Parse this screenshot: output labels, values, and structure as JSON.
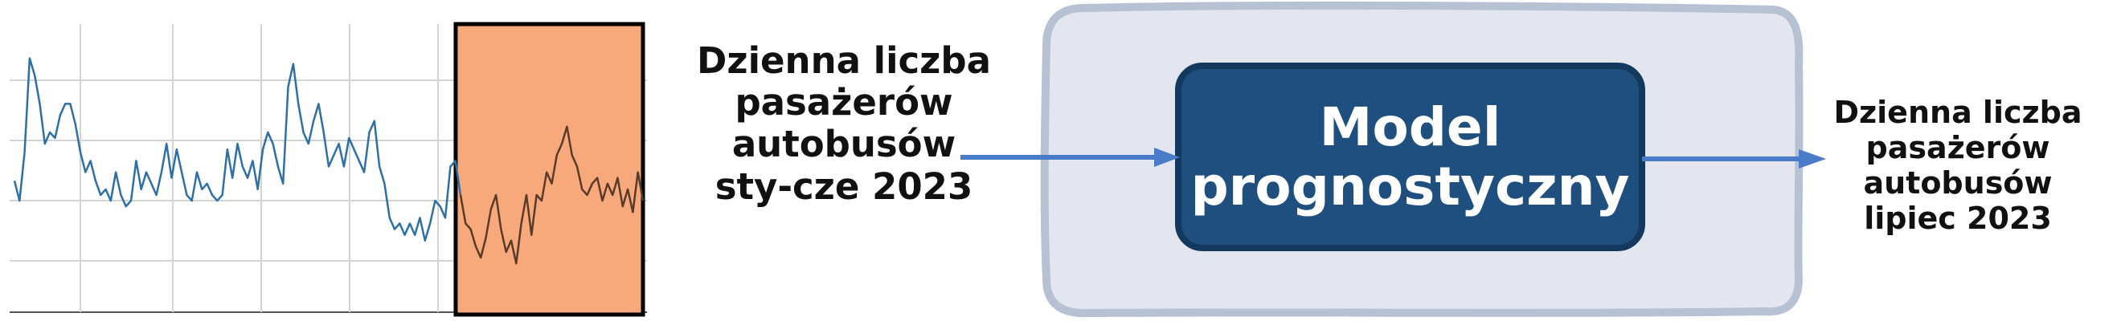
{
  "input_label": {
    "lines": [
      "Dzienna liczba",
      "pasażerów",
      "autobusów",
      "sty-cze 2023"
    ]
  },
  "model_box": {
    "lines": [
      "Model",
      "prognostyczny"
    ]
  },
  "output_label": {
    "lines": [
      "Dzienna liczba",
      "pasażerów",
      "autobusów",
      "lipiec 2023"
    ]
  },
  "colors": {
    "series_line": "#2e6fa6",
    "highlight_fill": "#f7a97b",
    "highlight_border": "#000000",
    "arrow": "#4a7bc8",
    "container_fill": "#e3e6ee",
    "container_border": "#b7c1d4",
    "model_fill": "#1f4f7e",
    "model_border": "#14395e"
  },
  "chart_data": {
    "type": "line",
    "grid": true,
    "series": [
      {
        "values": [
          45,
          38,
          55,
          88,
          82,
          72,
          58,
          62,
          60,
          68,
          72,
          72,
          65,
          55,
          48,
          52,
          45,
          40,
          42,
          38,
          48,
          40,
          36,
          38,
          52,
          42,
          48,
          44,
          40,
          48,
          58,
          46,
          56,
          48,
          40,
          38,
          48,
          42,
          44,
          40,
          38,
          40,
          56,
          46,
          58,
          50,
          46,
          52,
          42,
          56,
          62,
          58,
          50,
          44,
          78,
          86,
          72,
          62,
          58,
          66,
          72,
          62,
          50,
          54,
          58,
          50,
          60,
          56,
          52,
          48,
          62,
          66,
          50,
          44,
          32,
          28,
          30,
          26,
          30,
          26,
          32,
          24,
          30,
          38,
          36,
          32,
          50,
          52,
          40,
          30,
          28,
          22,
          18,
          25,
          35,
          40,
          28,
          20,
          24,
          16,
          30,
          40,
          26,
          40,
          38,
          48,
          44,
          54,
          58,
          64,
          54,
          50,
          42,
          40,
          44,
          46,
          38,
          44,
          40,
          46,
          36,
          42,
          34,
          48,
          38
        ]
      }
    ],
    "highlight": {
      "start_index": 88,
      "end_index": 124
    }
  }
}
